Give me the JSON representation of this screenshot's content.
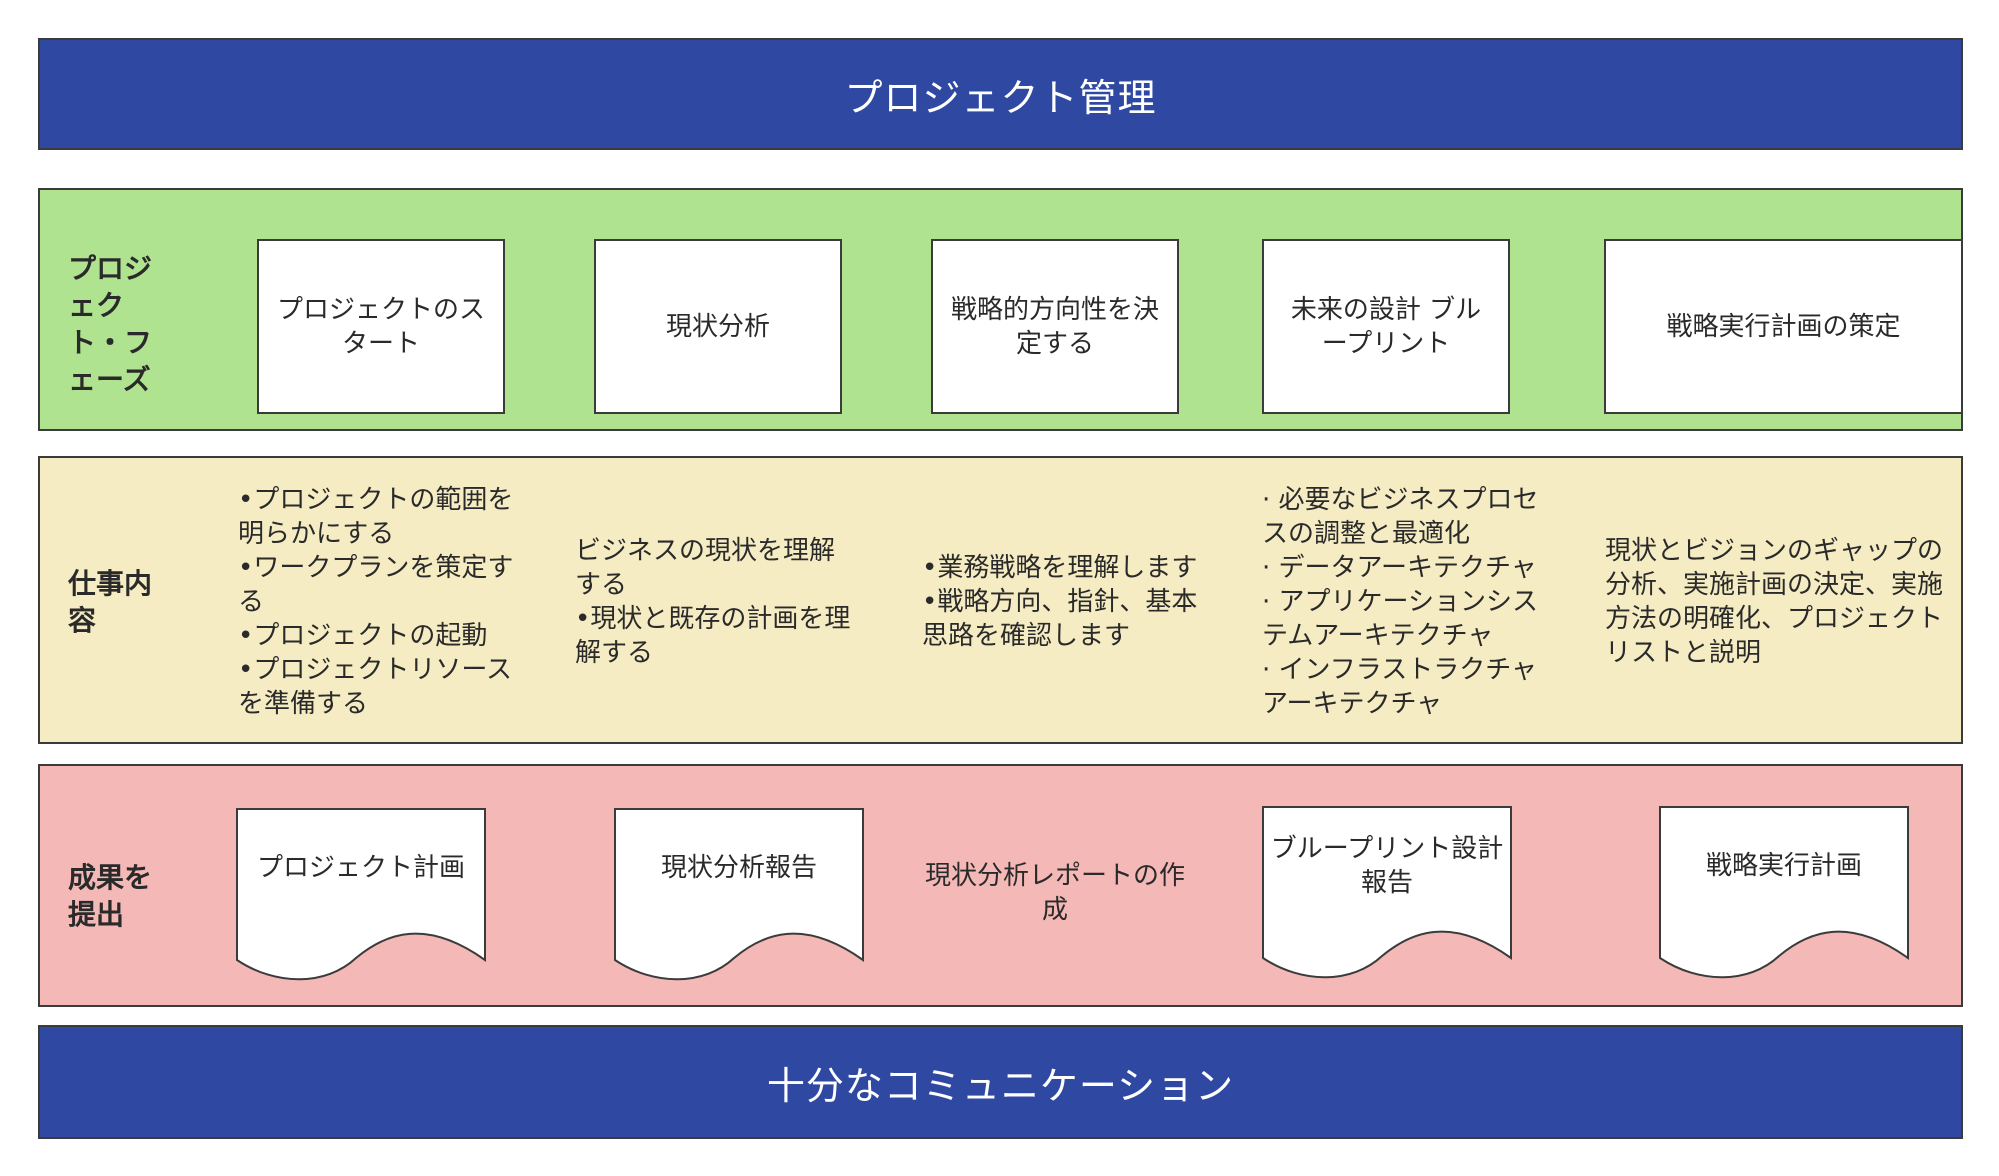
{
  "header": {
    "title": "プロジェクト管理"
  },
  "footer": {
    "title": "十分なコミュニケーション"
  },
  "rows": {
    "phases_label": "プロジ\nェク\nト・フ\nェーズ",
    "work_label": "仕事内\n容",
    "deliverables_label": "成果を\n提出"
  },
  "phases": [
    "プロジェクトのス\nタート",
    "現状分析",
    "戦略的方向性を決\n定する",
    "未来の設計 ブル\nープリント",
    "戦略実行計画の策定"
  ],
  "work": [
    "•プロジェクトの範囲を\n明らかにする\n•ワークプランを策定す\nる\n•プロジェクトの起動\n•プロジェクトリソース\nを準備する",
    "ビジネスの現状を理解\nする\n•現状と既存の計画を理\n解する",
    "•業務戦略を理解します\n•戦略方向、指針、基本\n思路を確認します",
    "· 必要なビジネスプロセ\nスの調整と最適化\n· データアーキテクチャ\n· アプリケーションシス\nテムアーキテクチャ\n· インフラストラクチャ\nアーキテクチャ",
    "現状とビジョンのギャップの\n分析、実施計画の決定、実施\n方法の明確化、プロジェクト\nリストと説明"
  ],
  "deliverables": [
    "プロジェクト計画",
    "現状分析報告",
    "現状分析レポートの作\n成",
    "ブループリント設計\n報告",
    "戦略実行計画"
  ],
  "colors": {
    "header_blue": "#2f49a3",
    "phase_green": "#b0e38f",
    "work_yellow": "#f5ecc3",
    "deliverable_pink": "#f4b8b7"
  }
}
